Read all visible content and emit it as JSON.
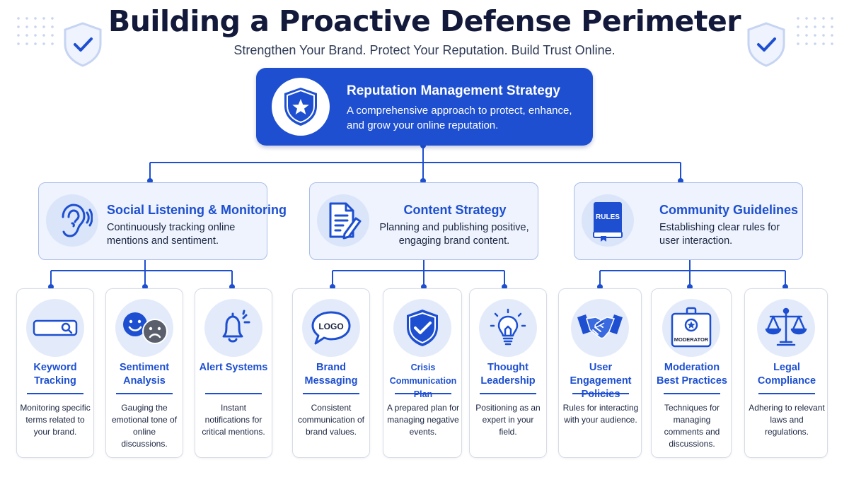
{
  "header": {
    "title": "Building a Proactive Defense Perimeter",
    "subtitle": "Strengthen Your Brand. Protect Your Reputation. Build Trust Online."
  },
  "colors": {
    "primary": "#1d4fd0",
    "mid_bg": "#eef3fd",
    "icon_bg": "#e3ebfb",
    "text": "#1b2540"
  },
  "root": {
    "title": "Reputation Management Strategy",
    "description": "A comprehensive approach to protect, enhance, and grow your online reputation.",
    "icon": "shield-star-icon"
  },
  "branches": [
    {
      "title": "Social Listening & Monitoring",
      "description": "Continuously tracking online mentions and sentiment.",
      "icon": "ear-icon"
    },
    {
      "title": "Content Strategy",
      "description": "Planning and publishing positive, engaging brand content.",
      "icon": "document-pen-icon"
    },
    {
      "title": "Community Guidelines",
      "description": "Establishing clear rules for user interaction.",
      "icon": "rules-book-icon",
      "icon_label": "RULES"
    }
  ],
  "leaves": [
    {
      "title": "Keyword Tracking",
      "description": "Monitoring specific terms related to your brand.",
      "icon": "search-bar-icon"
    },
    {
      "title": "Sentiment Analysis",
      "description": "Gauging the emotional tone of online discussions.",
      "icon": "happy-sad-faces-icon"
    },
    {
      "title": "Alert Systems",
      "description": "Instant notifications for critical mentions.",
      "icon": "bell-icon"
    },
    {
      "title": "Brand Messaging",
      "description": "Consistent communication of brand values.",
      "icon": "logo-speech-bubble-icon",
      "icon_label": "LOGO"
    },
    {
      "title": "Crisis Communication Plan",
      "description": "A prepared plan for managing negative events.",
      "icon": "shield-check-icon"
    },
    {
      "title": "Thought Leadership",
      "description": "Positioning as an expert in your field.",
      "icon": "lightbulb-icon"
    },
    {
      "title": "User Engagement Policies",
      "description": "Rules for interacting with your audience.",
      "icon": "handshake-icon"
    },
    {
      "title": "Moderation Best Practices",
      "description": "Techniques for managing comments and discussions.",
      "icon": "moderator-badge-icon",
      "icon_label": "MODERATOR"
    },
    {
      "title": "Legal Compliance",
      "description": "Adhering to relevant laws and regulations.",
      "icon": "scales-icon"
    }
  ]
}
